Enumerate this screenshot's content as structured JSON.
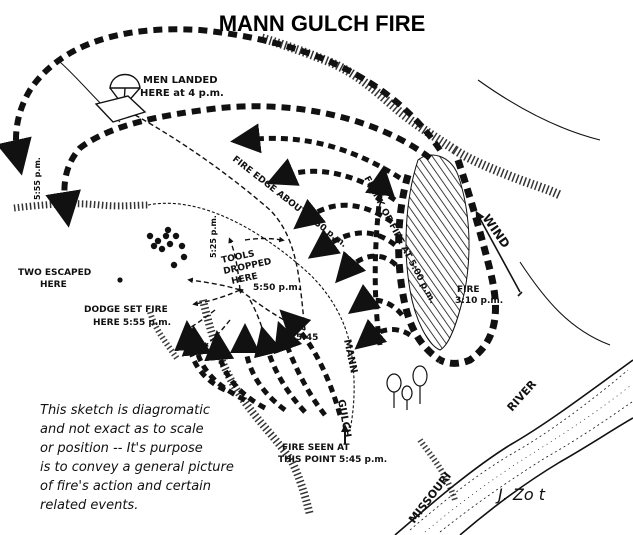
{
  "title": "MANN GULCH FIRE",
  "labels": {
    "men_landed_1": "MEN LANDED",
    "men_landed_2": "HERE at 4 p.m.",
    "time_555": "5:55 p.m.",
    "fire_edge": "FIRE EDGE ABOUT 5:50 p.m.",
    "time_525": "5:25 p.m.",
    "tools_1": "TOOLS",
    "tools_2": "DROPPED",
    "tools_3": "HERE",
    "tools_time": "5:50 p.m.",
    "two_escaped_1": "TWO ESCAPED",
    "two_escaped_2": "HERE",
    "dodge_1": "DODGE SET FIRE",
    "dodge_2": "HERE 5:55 p.m.",
    "time_545": "5:45",
    "flank": "FLANK OF FIRE AT 5:00 p.m.",
    "wind": "WIND",
    "fire_1": "FIRE",
    "fire_2": "3:10 p.m.",
    "mann": "MANN",
    "gulch": "GULCH",
    "fire_seen_1": "FIRE SEEN AT",
    "fire_seen_2": "THIS POINT 5:45 p.m.",
    "river": "RIVER",
    "missouri": "MISSOURI"
  },
  "note_lines": [
    "This sketch is diagromatic",
    "and not exact as to scale",
    "or position -- It's purpose",
    "is to convey a general picture",
    "of fire's action and certain",
    "related events."
  ],
  "signature": "J. Zo t",
  "colors": {
    "ink": "#111111",
    "paper": "#ffffff"
  },
  "icons": [
    "parachute-icon",
    "tree-icon",
    "crew-dots-icon",
    "fire-hatched-area-icon",
    "arrow-icon"
  ]
}
